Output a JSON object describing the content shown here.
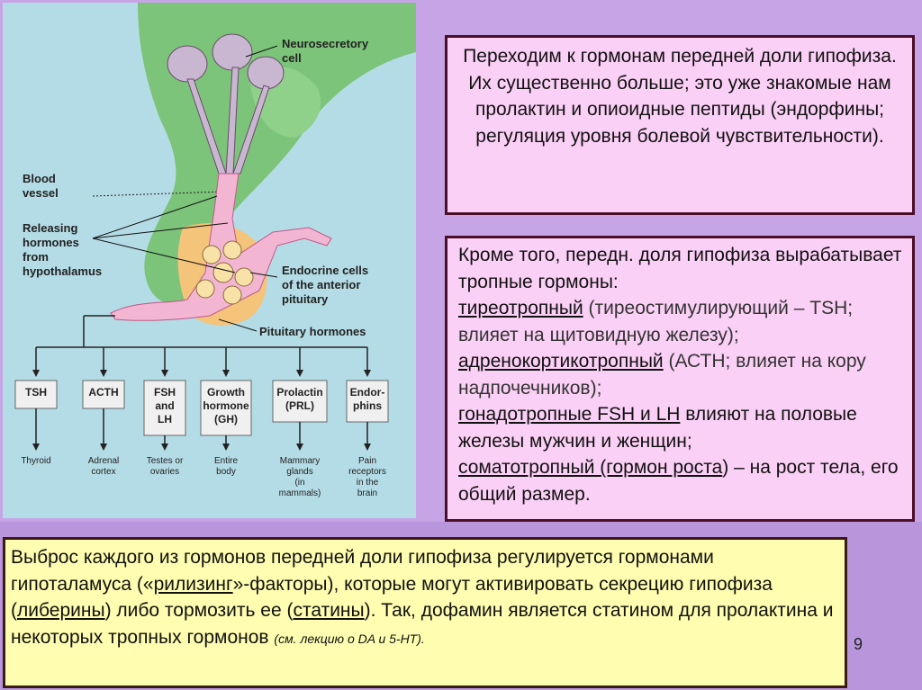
{
  "figure": {
    "callouts": {
      "neurosecretory": [
        "Neurosecretory",
        "cell"
      ],
      "blood_vessel": [
        "Blood",
        "vessel"
      ],
      "releasing": [
        "Releasing",
        "hormones",
        "from",
        "hypothalamus"
      ],
      "endocrine": [
        "Endocrine cells",
        "of the anterior",
        "pituitary"
      ],
      "pituitary_hormones": "Pituitary hormones"
    },
    "hormones": [
      {
        "lines": [
          "TSH"
        ],
        "targets": [
          "Thyroid"
        ]
      },
      {
        "lines": [
          "ACTH"
        ],
        "targets": [
          "Adrenal",
          "cortex"
        ]
      },
      {
        "lines": [
          "FSH",
          "and",
          "LH"
        ],
        "targets": [
          "Testes or",
          "ovaries"
        ]
      },
      {
        "lines": [
          "Growth",
          "hormone",
          "(GH)"
        ],
        "targets": [
          "Entire",
          "body"
        ]
      },
      {
        "lines": [
          "Prolactin",
          "(PRL)"
        ],
        "targets": [
          "Mammary",
          "glands",
          "(in",
          "mammals)"
        ]
      },
      {
        "lines": [
          "Endor-",
          "phins"
        ],
        "targets": [
          "Pain",
          "receptors",
          "in the",
          "brain"
        ]
      }
    ]
  },
  "box1": {
    "text": "Переходим к гормонам передней доли гипофиза. Их существенно больше; это уже знакомые нам пролактин и опиоидные пептиды (эндорфины; регуляция уровня болевой чувствительности)."
  },
  "box2": {
    "intro": "Кроме того, передн. доля гипофиза вырабатывает тропные гормоны:",
    "t1": "тиреотропный",
    "t1_rest": " (тиреостимулирующий – TSH; влияет на щитовидную железу);",
    "t2": "адренокортикотропный",
    "t2_rest": " (АСТН; влияет на кору надпочечников);",
    "t3": "гонадотропные FSH и LH",
    "t3_rest": " влияют на половые железы мужчин и женщин;",
    "t4": "соматотропный (гормон роста",
    "t4_rest": ") – на рост тела, его общий размер."
  },
  "box3": {
    "p1": "Выброс каждого из гормонов передней доли гипофиза регулируется гормонами гипоталамуса («",
    "u1": "рилизинг",
    "p2": "»-факторы), которые могут активировать секрецию гипофиза (",
    "u2": "либерины",
    "p3": ") либо тормозить ее (",
    "u3": "статины",
    "p4": "). Так, дофамин является статином для пролактина и некоторых тропных гормонов ",
    "small": "(см. лекцию о DA и 5-HT)."
  },
  "page_number": "9",
  "colors": {
    "slide_bg": "#c6a4e6",
    "box_pink": "#fbd0f6",
    "box_yellow": "#fefdb0",
    "figure_bg": "#b4dce6",
    "tissue_green": "#7cc47a"
  }
}
